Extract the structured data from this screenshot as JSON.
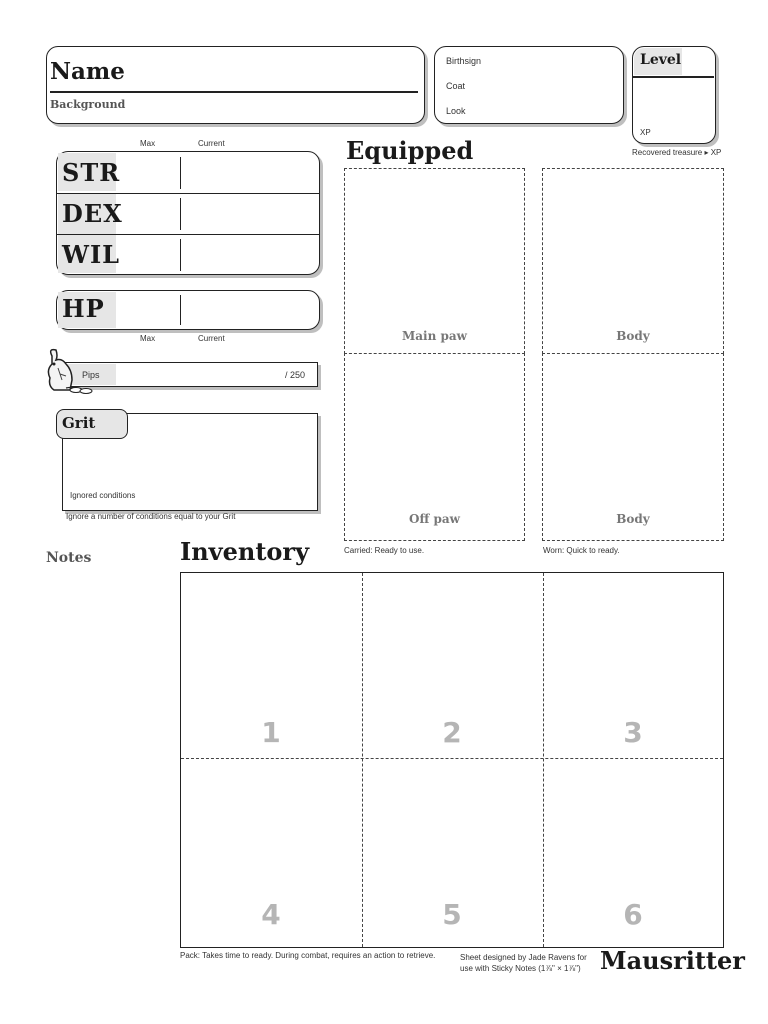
{
  "header": {
    "name_label": "Name",
    "background_label": "Background",
    "birthsign_label": "Birthsign",
    "coat_label": "Coat",
    "look_label": "Look",
    "level_label": "Level",
    "xp_label": "XP",
    "recovered_note": "Recovered treasure ▸ XP"
  },
  "stats": {
    "max_label": "Max",
    "current_label": "Current",
    "str_label": "STR",
    "dex_label": "DEX",
    "wil_label": "WIL",
    "hp_label": "HP"
  },
  "pips": {
    "label": "Pips",
    "max": "/ 250"
  },
  "grit": {
    "label": "Grit",
    "ignored_label": "Ignored conditions",
    "note": "Ignore a number of conditions equal to your Grit"
  },
  "equipped": {
    "title": "Equipped",
    "main_paw": "Main paw",
    "off_paw": "Off paw",
    "body_1": "Body",
    "body_2": "Body",
    "carried_note": "Carried:  Ready to use.",
    "worn_note": "Worn:  Quick to ready."
  },
  "notes_label": "Notes",
  "inventory": {
    "title": "Inventory",
    "slots": [
      "1",
      "2",
      "3",
      "4",
      "5",
      "6"
    ],
    "pack_note": "Pack:  Takes time to ready. During combat, requires an action to retrieve."
  },
  "footer": {
    "credit": "Sheet designed by Jade Ravens for use with Sticky Notes (1⅞\" × 1⅞\")",
    "brand": "Mausritter"
  }
}
